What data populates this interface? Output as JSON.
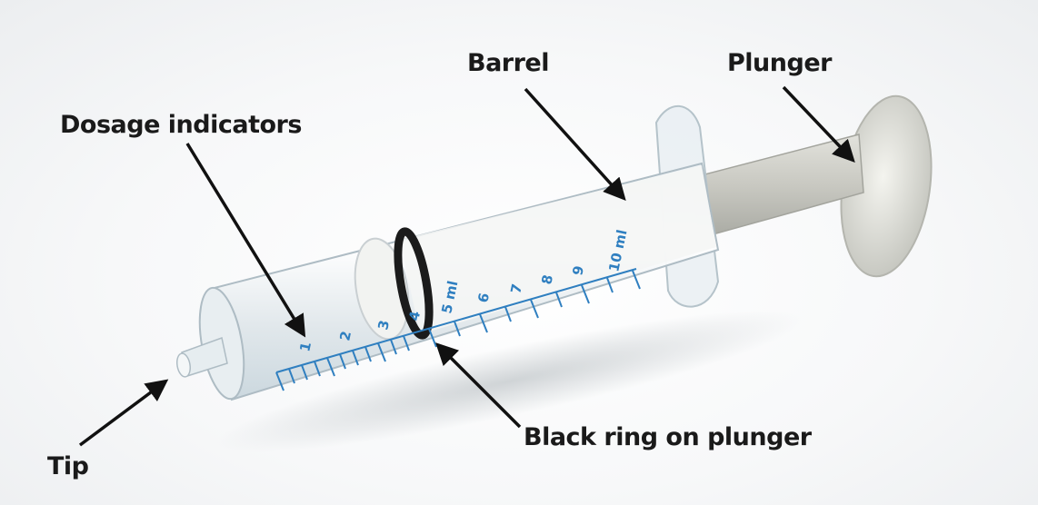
{
  "callouts": {
    "barrel": "Barrel",
    "plunger": "Plunger",
    "dosage_indicators": "Dosage indicators",
    "tip": "Tip",
    "black_ring": "Black ring on plunger"
  },
  "scale_labels": [
    "1",
    "2",
    "3",
    "4",
    "5 ml",
    "6",
    "7",
    "8",
    "9",
    "10 ml"
  ],
  "colors": {
    "label_text": "#1a1a1a",
    "arrow": "#111111",
    "scale_markings": "#2f7fc0",
    "plunger_ring": "#1b1b1b"
  }
}
